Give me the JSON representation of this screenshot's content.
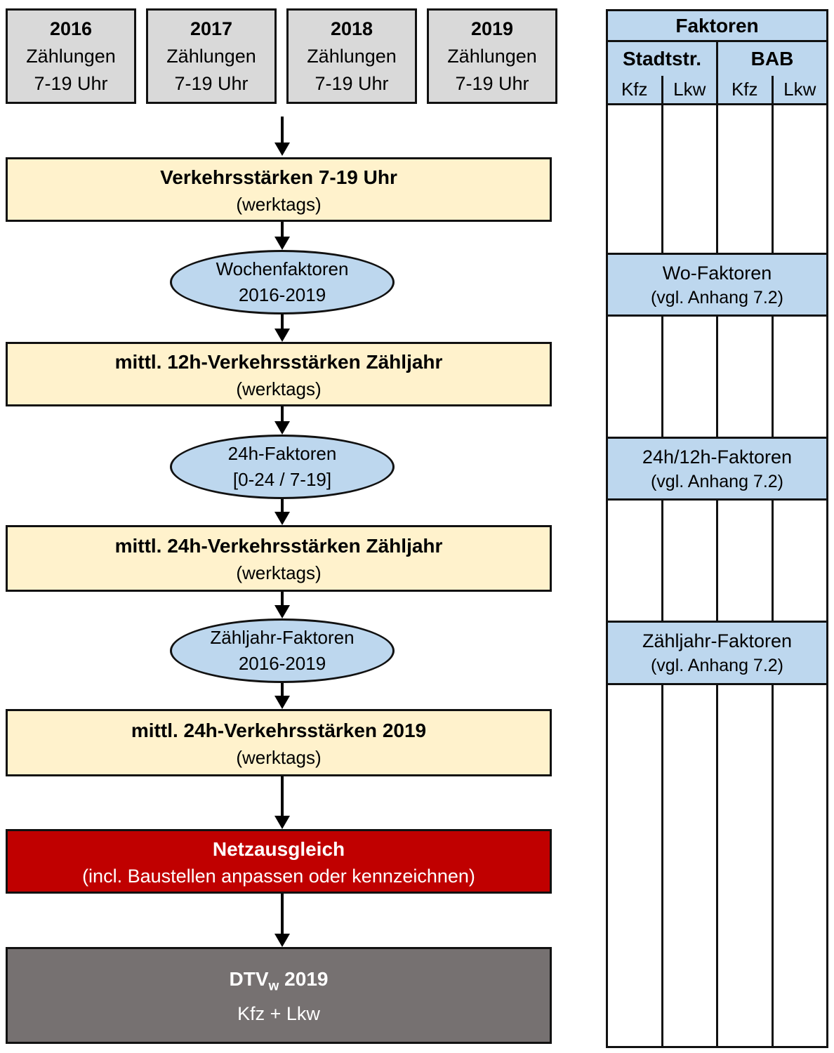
{
  "colors": {
    "source_fill": "#d9d9d9",
    "process_fill": "#fff2cc",
    "factor_fill": "#bdd7ee",
    "adjust_fill": "#c00000",
    "result_fill": "#767171",
    "border": "#000000",
    "light_text": "#ffffff"
  },
  "flow": {
    "sources": [
      {
        "year": "2016",
        "line2": "Zählungen",
        "line3": "7-19 Uhr"
      },
      {
        "year": "2017",
        "line2": "Zählungen",
        "line3": "7-19 Uhr"
      },
      {
        "year": "2018",
        "line2": "Zählungen",
        "line3": "7-19 Uhr"
      },
      {
        "year": "2019",
        "line2": "Zählungen",
        "line3": "7-19 Uhr"
      }
    ],
    "processes": [
      {
        "title": "Verkehrsstärken 7-19 Uhr",
        "subtitle": "(werktags)"
      },
      {
        "title": "mittl. 12h-Verkehrsstärken Zähljahr",
        "subtitle": "(werktags)"
      },
      {
        "title": "mittl. 24h-Verkehrsstärken Zähljahr",
        "subtitle": "(werktags)"
      },
      {
        "title": "mittl. 24h-Verkehrsstärken 2019",
        "subtitle": "(werktags)"
      }
    ],
    "factors": [
      {
        "line1": "Wochenfaktoren",
        "line2": "2016-2019"
      },
      {
        "line1": "24h-Faktoren",
        "line2": "[0-24 / 7-19]"
      },
      {
        "line1": "Zähljahr-Faktoren",
        "line2": "2016-2019"
      }
    ],
    "adjust": {
      "title": "Netzausgleich",
      "subtitle": "(incl. Baustellen anpassen oder kennzeichnen)"
    },
    "result": {
      "name": "DTV",
      "sub": "w",
      "year": "2019",
      "subtitle": "Kfz + Lkw"
    }
  },
  "table": {
    "title": "Faktoren",
    "groups": [
      {
        "label": "Stadtstr.",
        "cols": [
          "Kfz",
          "Lkw"
        ]
      },
      {
        "label": "BAB",
        "cols": [
          "Kfz",
          "Lkw"
        ]
      }
    ],
    "factor_rows": [
      {
        "line1": "Wo-Faktoren",
        "line2": "(vgl. Anhang 7.2)"
      },
      {
        "line1": "24h/12h-Faktoren",
        "line2": "(vgl. Anhang 7.2)"
      },
      {
        "line1": "Zähljahr-Faktoren",
        "line2": "(vgl. Anhang 7.2)"
      }
    ]
  }
}
